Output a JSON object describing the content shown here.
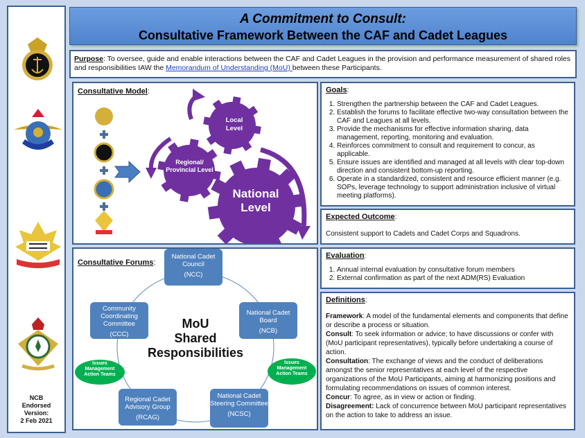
{
  "left_panel": {
    "endorsement": [
      "NCB",
      "Endorsed",
      "Version:",
      "2 Feb 2021"
    ],
    "crests": [
      "navy-league-crest",
      "air-cadet-league-crest",
      "army-cadet-league-crest",
      "cadets-canada-crest"
    ]
  },
  "title": {
    "line1": "A Commitment to Consult:",
    "line2": "Consultative Framework Between the CAF and Cadet Leagues"
  },
  "purpose": {
    "label": "Purpose",
    "text1": ": To oversee, guide and enable interactions between the CAF and Cadet Leagues in the provision and performance measurement of shared roles and responsibilities IAW the ",
    "link": "Memorandum of Understanding (MoU) ",
    "text2": "between these Participants."
  },
  "model": {
    "heading": "Consultative Model",
    "gears": {
      "local": "Local Level",
      "regional": "Regional/ Provincial Level",
      "national": "National Level"
    }
  },
  "forums": {
    "heading": "Consultative Forums",
    "center": [
      "MoU",
      "Shared",
      "Responsibilities"
    ],
    "boxes": [
      {
        "name": "National Cadet Council",
        "abbr": "(NCC)"
      },
      {
        "name": "National Cadet Board",
        "abbr": "(NCB)"
      },
      {
        "name": "National Cadet Steering Committee",
        "abbr": "(NCSC)"
      },
      {
        "name": "Regional Cadet Advisory Group",
        "abbr": "(RCAG)"
      },
      {
        "name": "Community Coordinating Committee",
        "abbr": "(CCC)"
      }
    ],
    "oval_label": "Issues Management Action Teams"
  },
  "goals": {
    "heading": "Goals",
    "items": [
      "Strengthen the partnership between the CAF and Cadet Leagues.",
      "Establish the forums to facilitate effective two-way consultation between the CAF and Leagues at all levels.",
      "Provide the mechanisms for effective information sharing, data management, reporting, monitoring and evaluation.",
      "Reinforces commitment to consult and requirement to concur, as applicable.",
      "Ensure issues are identified and managed at all levels with clear top-down direction and consistent bottom-up reporting.",
      "Operate in a standardized, consistent and resource efficient manner (e.g. SOPs, leverage technology to support administration inclusive of virtual meeting platforms)."
    ]
  },
  "outcome": {
    "heading": "Expected Outcome",
    "text": "Consistent support to Cadets and Cadet Corps and Squadrons."
  },
  "evaluation": {
    "heading": "Evaluation",
    "items": [
      "Annual internal evaluation by consultative forum members",
      "External confirmation as part of the next ADM(RS) Evaluation"
    ]
  },
  "definitions": {
    "heading": "Definitions",
    "items": [
      {
        "term": "Framework",
        "text": ": A model of the fundamental elements and components that define or describe a process or situation."
      },
      {
        "term": "Consult",
        "text": ": To seek information or advice; to have discussions or confer with (MoU participant representatives), typically before undertaking a course of action."
      },
      {
        "term": "Consultation",
        "text": ": The exchange of views and the conduct of deliberations amongst the senior representatives at each level of the respective organizations of the MoU Participants, aiming at harmonizing positions and formulating recommendations on issues of common interest."
      },
      {
        "term": "Concur",
        "text": ":  To agree, as in view or action or finding."
      },
      {
        "term": "Disagreement:",
        "text": " Lack of concurrence between MoU participant representatives on the action to take to address an issue."
      }
    ]
  },
  "colors": {
    "gear": "#7030a0",
    "box": "#4f81bd",
    "oval": "#00b050",
    "border": "#3b5f8e"
  }
}
